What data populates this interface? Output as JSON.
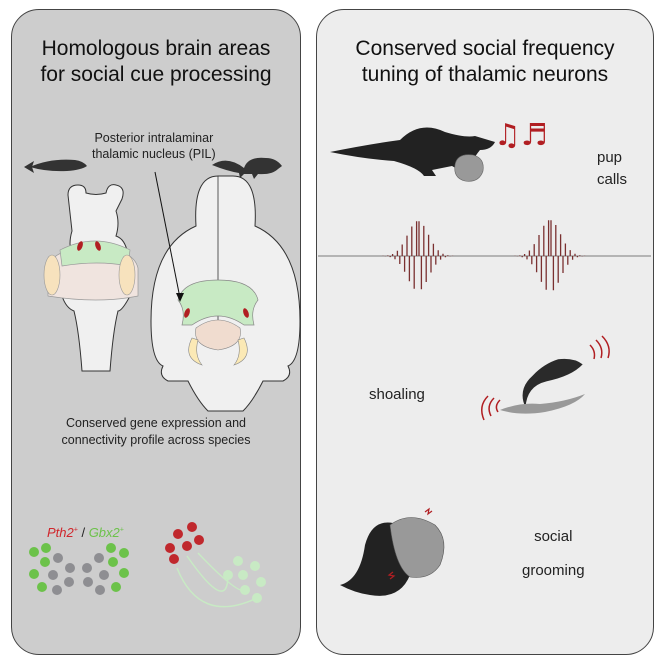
{
  "left_panel": {
    "title_line1": "Homologous brain areas",
    "title_line2": "for social cue processing",
    "pil_label_line1": "Posterior intralaminar",
    "pil_label_line2": "thalamic nucleus (PIL)",
    "gene_text_line1": "Conserved gene expression and",
    "gene_text_line2": "connectivity profile across species",
    "marker_pth2": "Pth2",
    "marker_sep": " / ",
    "marker_gbx2": "Gbx2",
    "marker_sup": "+"
  },
  "right_panel": {
    "title_line1": "Conserved social frequency",
    "title_line2": "tuning of thalamic neurons",
    "pup_calls_line1": "pup",
    "pup_calls_line2": "calls",
    "shoaling": "shoaling",
    "social_grooming_line1": "social",
    "social_grooming_line2": "grooming"
  },
  "colors": {
    "pth2_red": "#c0282d",
    "gbx2_green": "#6cc24a",
    "pil_green": "#c8eac4",
    "silhouette": "#2e2e2e",
    "waveform": "#7a3030"
  }
}
